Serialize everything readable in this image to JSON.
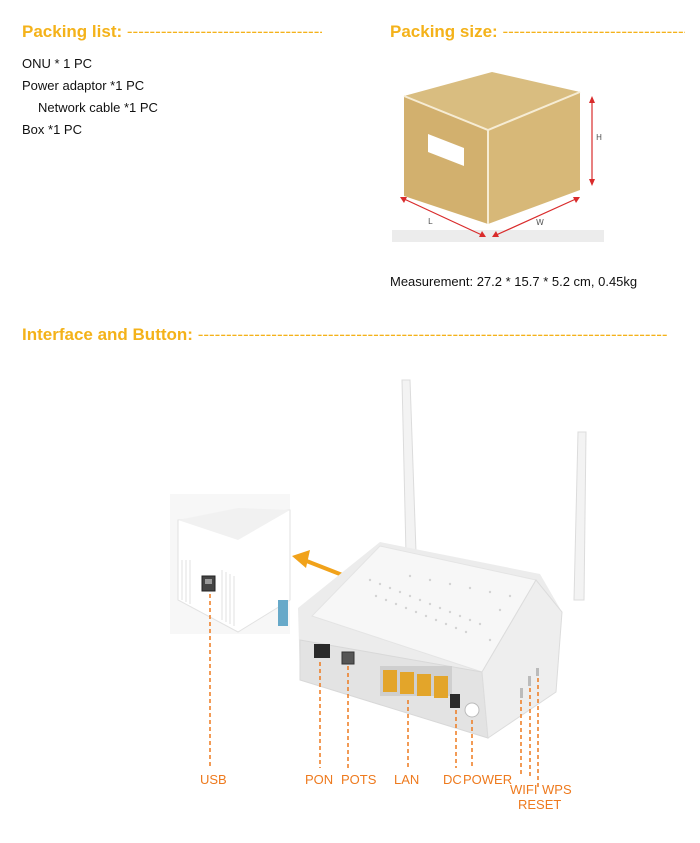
{
  "packing_list": {
    "heading": "Packing list:",
    "dashes": "------------------------------------",
    "items": [
      "ONU * 1 PC",
      "Power adaptor *1 PC",
      "Network cable *1 PC",
      "Box *1 PC"
    ]
  },
  "packing_size": {
    "heading": "Packing size:",
    "dashes": "-------------------------------------",
    "dim_labels": {
      "height": "H",
      "length": "L",
      "width": "W"
    },
    "measurement": "Measurement: 27.2 * 15.7 * 5.2 cm, 0.45kg"
  },
  "interface": {
    "heading": "Interface and Button:",
    "dashes": "------------------------------------------------------------------------------------------",
    "ports": {
      "usb": "USB",
      "pon": "PON",
      "pots": "POTS",
      "lan": "LAN",
      "dc": "DC",
      "power": "POWER",
      "wifi": "WIFI",
      "wps": "WPS",
      "reset": "RESET"
    }
  },
  "colors": {
    "heading": "#f4b21a",
    "label": "#ee7a1e",
    "box": "#d7b878",
    "arrow": "#f1a21a",
    "dimension": "#d92b2b"
  }
}
